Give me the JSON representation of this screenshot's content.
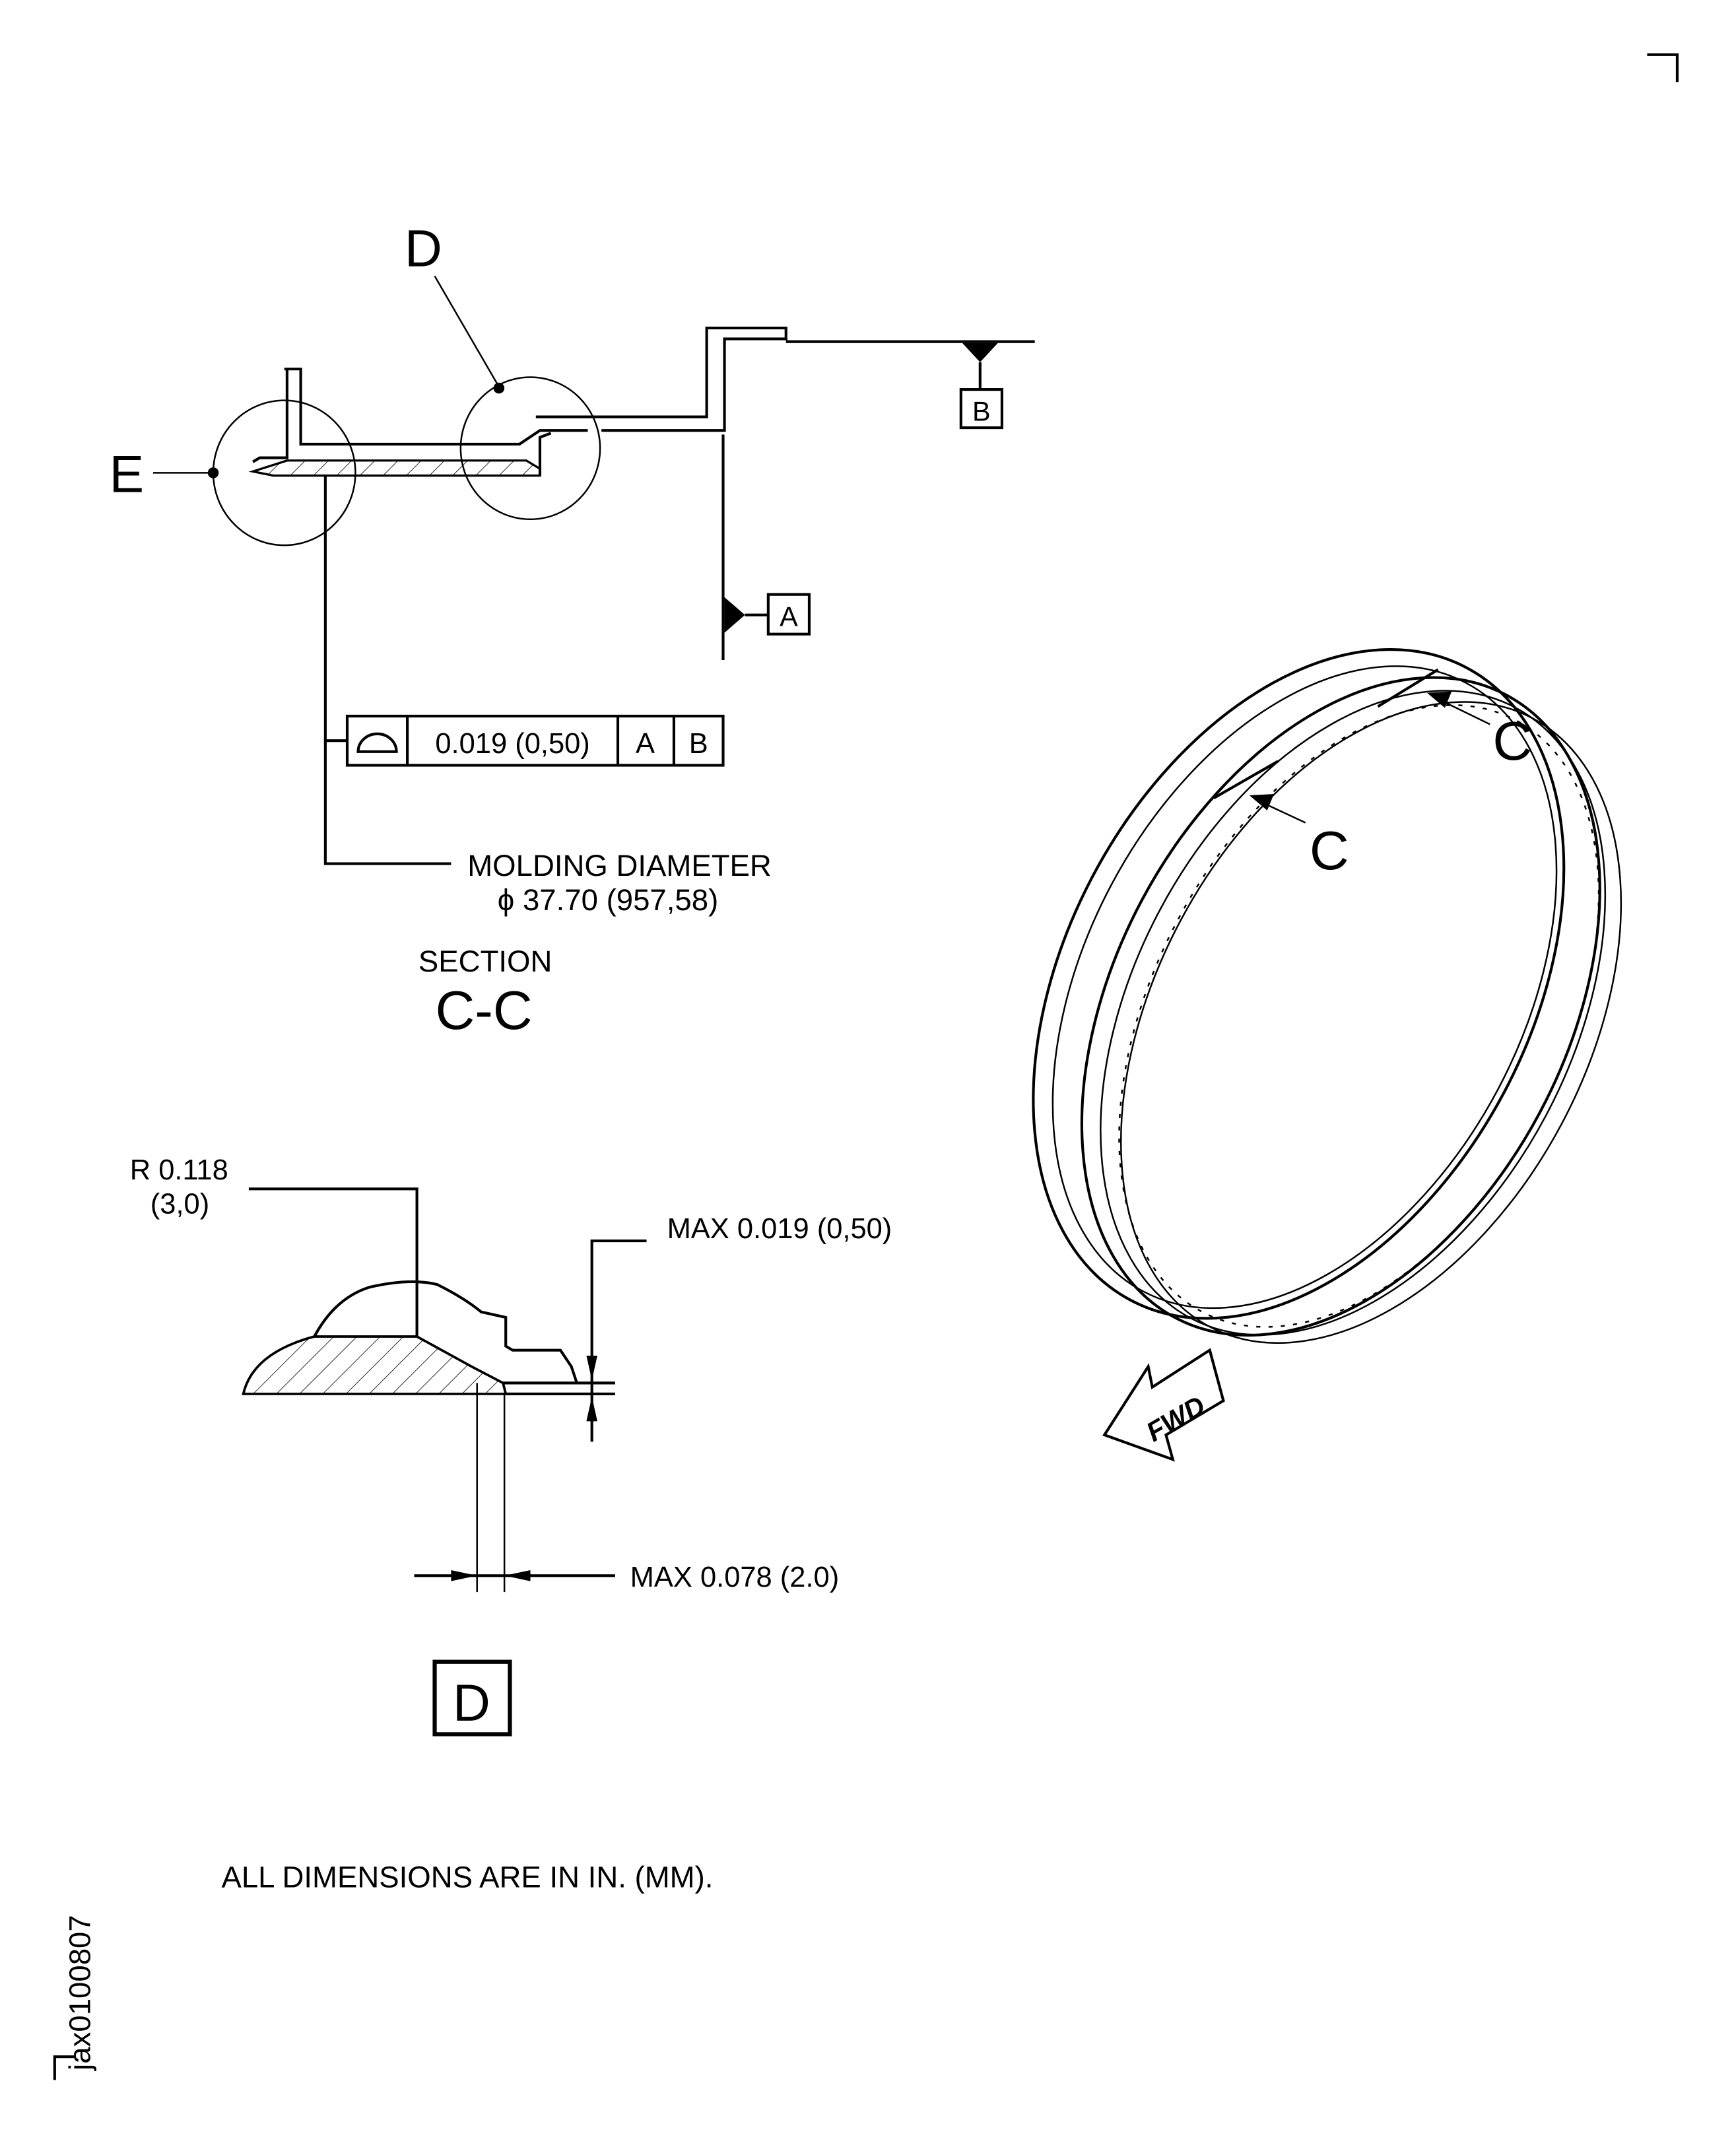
{
  "section_cc": {
    "callout_d": "D",
    "callout_e": "E",
    "datum_a": "A",
    "datum_b": "B",
    "fcf_tolerance": "0.019 (0,50)",
    "fcf_datum_1": "A",
    "fcf_datum_2": "B",
    "fcf_symbol": "profile-of-surface-icon",
    "molding_label": "MOLDING DIAMETER",
    "molding_value": "ϕ 37.70 (957,58)",
    "section_word": "SECTION",
    "section_id": "C-C"
  },
  "detail_d": {
    "radius_line1": "R 0.118",
    "radius_line2": "(3,0)",
    "max_thickness": "MAX 0.019 (0,50)",
    "max_width": "MAX 0.078 (2.0)",
    "detail_id": "D"
  },
  "isometric": {
    "cut_label_1": "C",
    "cut_label_2": "C",
    "fwd_label": "FWD"
  },
  "note": "ALL DIMENSIONS ARE IN IN. (MM).",
  "figure_id": "jax0100807"
}
